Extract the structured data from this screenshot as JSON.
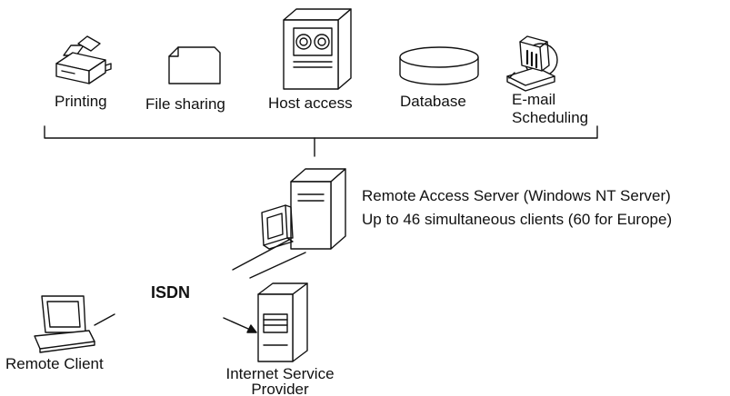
{
  "resources": {
    "printing": "Printing",
    "file_sharing": "File sharing",
    "host_access": "Host access",
    "database": "Database",
    "email_line1": "E-mail",
    "email_line2": "Scheduling"
  },
  "server": {
    "line1": "Remote Access Server (Windows NT Server)",
    "line2": "Up to 46 simultaneous clients (60 for Europe)"
  },
  "network": {
    "label": "ISDN"
  },
  "client": {
    "label": "Remote Client"
  },
  "isp": {
    "line1": "Internet Service",
    "line2": "Provider"
  },
  "colors": {
    "ink": "#111111",
    "background": "#ffffff"
  }
}
